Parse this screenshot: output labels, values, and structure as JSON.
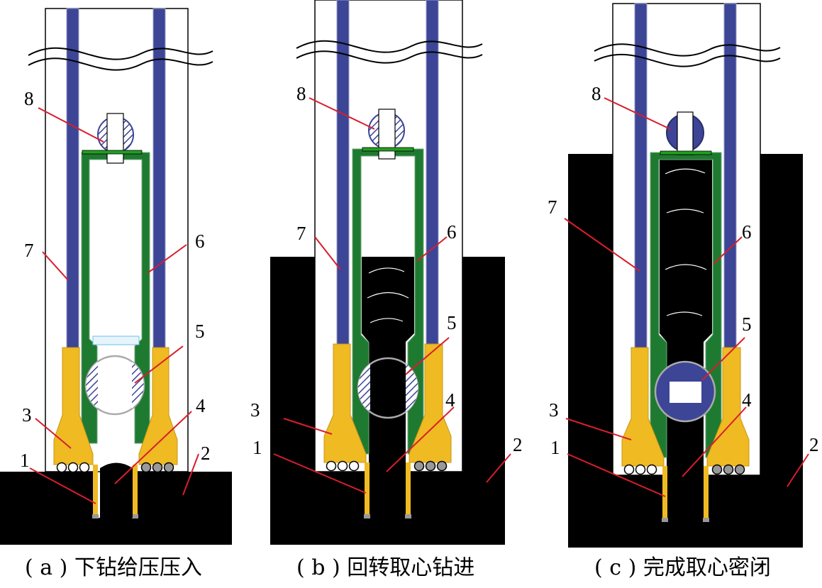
{
  "figure": {
    "panels": [
      {
        "id": "a",
        "caption": "( a ) 下钻给压压入",
        "labels": {
          "n1": "1",
          "n2": "2",
          "n3": "3",
          "n4": "4",
          "n5": "5",
          "n6": "6",
          "n7": "7",
          "n8": "8"
        }
      },
      {
        "id": "b",
        "caption": "( b ) 回转取心钻进",
        "labels": {
          "n1": "1",
          "n2": "2",
          "n3": "3",
          "n4": "4",
          "n5": "5",
          "n6": "6",
          "n7": "7",
          "n8": "8"
        }
      },
      {
        "id": "c",
        "caption": "( c ) 完成取心密闭",
        "labels": {
          "n1": "1",
          "n2": "2",
          "n3": "3",
          "n4": "4",
          "n5": "5",
          "n6": "6",
          "n7": "7",
          "n8": "8"
        }
      }
    ],
    "colors": {
      "rock": "#000000",
      "drill_rod": "#3c4596",
      "inner_barrel": "#1f7a31",
      "bit": "#efba22",
      "leader_line": "#d81e2c",
      "flap_valve": "#3c4596",
      "shear_pin_cap": "#22a020"
    }
  }
}
